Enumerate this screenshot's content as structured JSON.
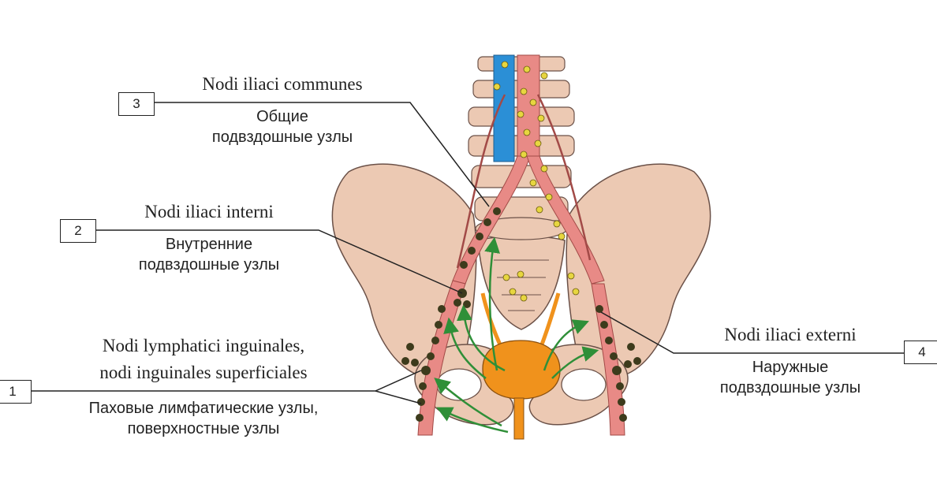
{
  "labels": [
    {
      "number": "3",
      "latin": "Nodi iliaci communes",
      "russian_line1": "Общие",
      "russian_line2": "подвздошные узлы"
    },
    {
      "number": "2",
      "latin": "Nodi iliaci interni",
      "russian_line1": "Внутренние",
      "russian_line2": "подвздошные узлы"
    },
    {
      "number": "1",
      "latin_line1": "Nodi lymphatici inguinales,",
      "latin_line2": "nodi inguinales superficiales",
      "russian_line1": "Паховые лимфатические узлы,",
      "russian_line2": "поверхностные узлы"
    },
    {
      "number": "4",
      "latin": "Nodi iliaci externi",
      "russian_line1": "Наружные",
      "russian_line2": "подвздошные узлы"
    }
  ],
  "colors": {
    "bone": "#ecc9b3",
    "bone_outline": "#6b5148",
    "artery": "#e88a86",
    "vein": "#2b8fd6",
    "lymph_node_dark": "#3d3b1c",
    "lymph_node_yellow": "#e7d640",
    "lymph_flow": "#2f8f38",
    "bladder": "#f0921c",
    "leader_line": "#222222"
  }
}
